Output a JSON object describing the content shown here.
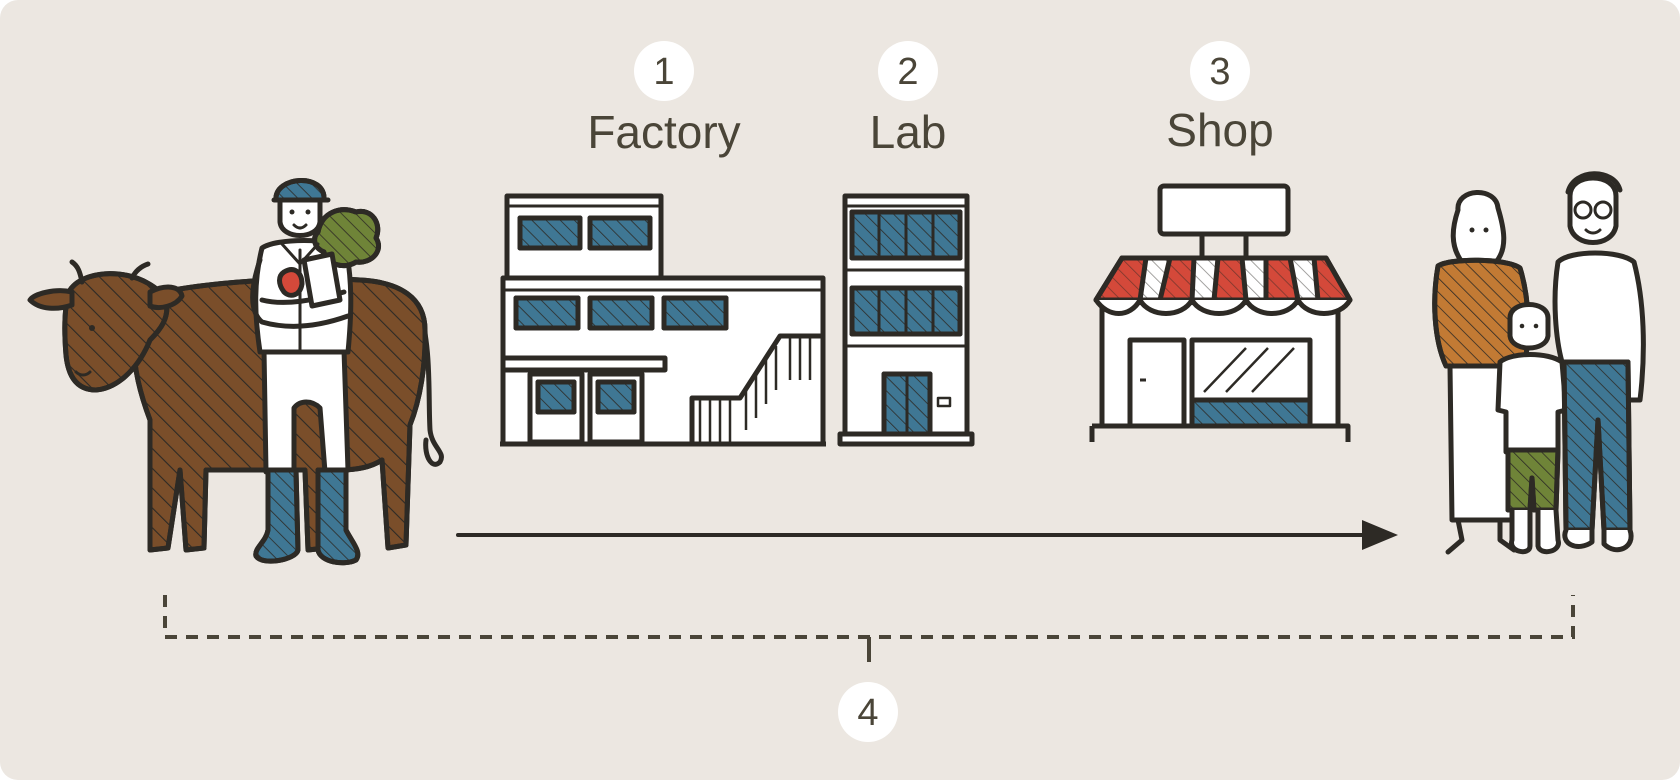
{
  "colors": {
    "background": "#ece7e1",
    "ink": "#2d2a25",
    "text": "#4a4538",
    "cow": "#7a4e2a",
    "blue": "#3f7794",
    "red": "#d4493a",
    "orange": "#c27a34",
    "green": "#6f8438",
    "badge": "#ffffff"
  },
  "steps": [
    {
      "number": "1",
      "label": "Factory"
    },
    {
      "number": "2",
      "label": "Lab"
    },
    {
      "number": "3",
      "label": "Shop"
    }
  ],
  "span_marker": {
    "number": "4"
  },
  "figures": {
    "left": [
      "cow-illustration",
      "farmer-illustration",
      "vegetables-illustration"
    ],
    "right": [
      "family-illustration"
    ]
  }
}
